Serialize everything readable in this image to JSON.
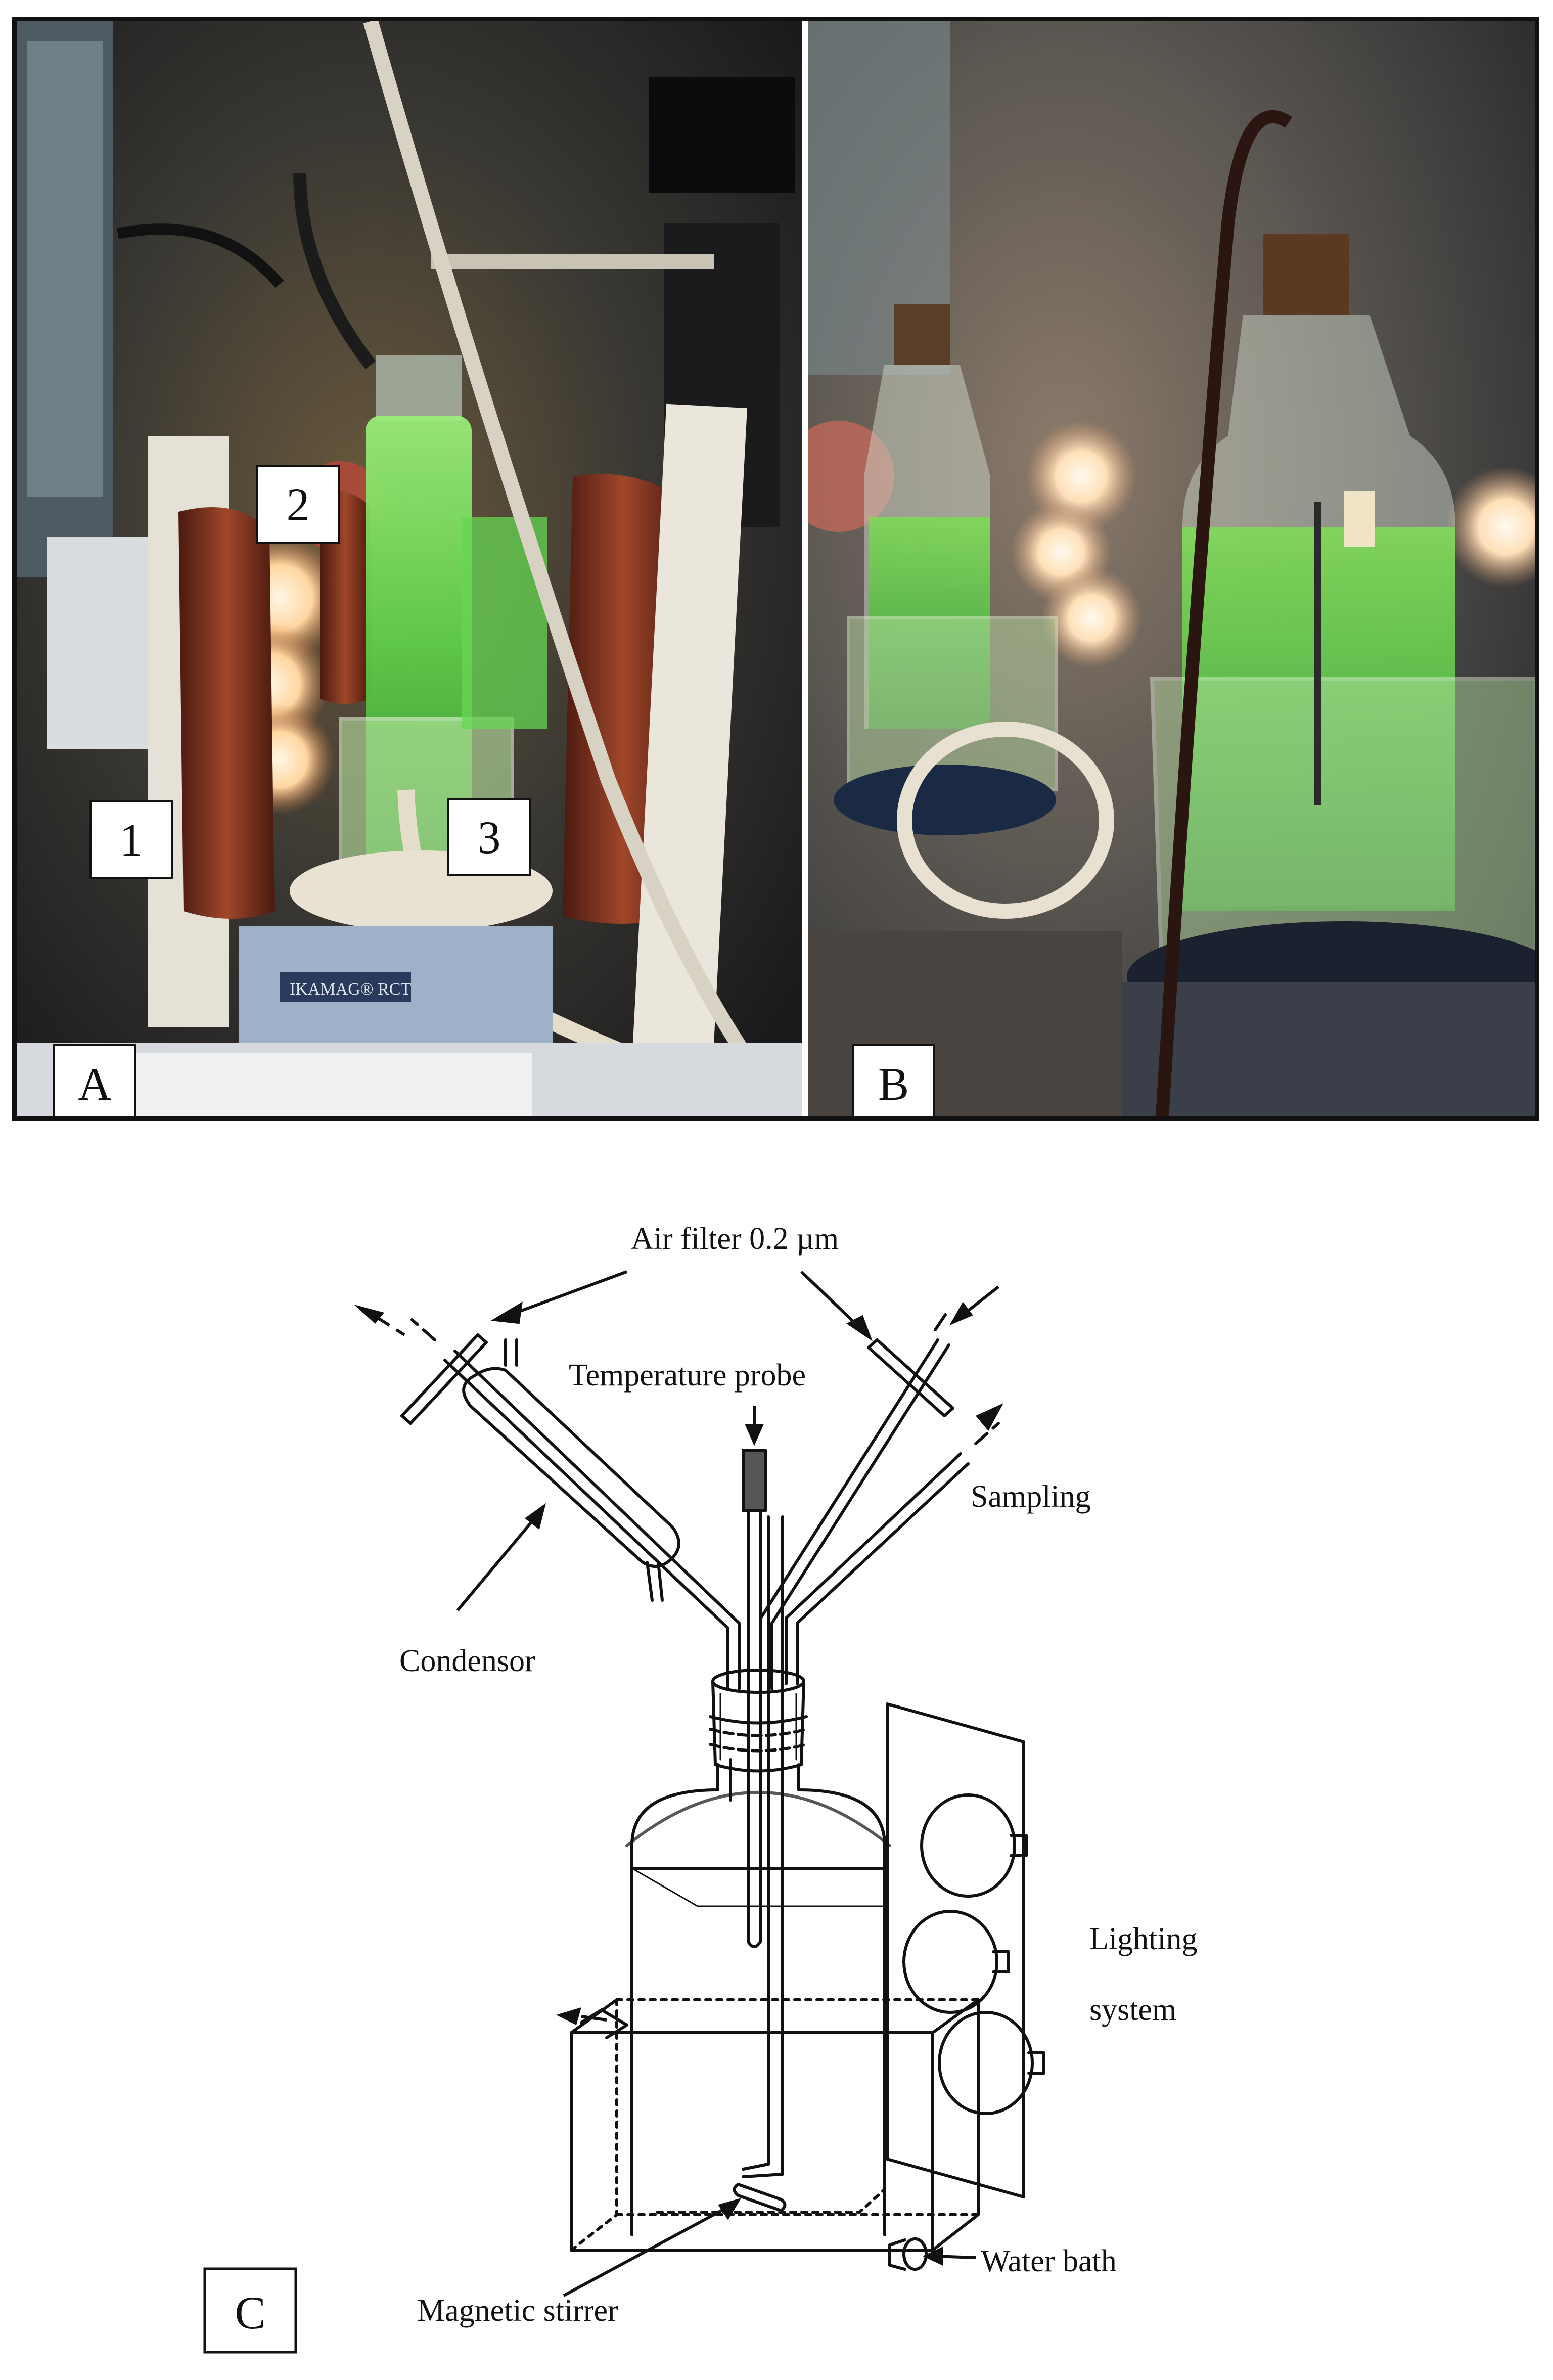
{
  "panels": {
    "A": {
      "label": "A",
      "callouts": [
        {
          "id": "1",
          "text": "1"
        },
        {
          "id": "2",
          "text": "2"
        },
        {
          "id": "3",
          "text": "3"
        }
      ],
      "device_label": "IKAMAG® RCT"
    },
    "B": {
      "label": "B"
    },
    "C": {
      "label": "C",
      "labels": {
        "air_filter": "Air filter 0.2 µm",
        "temperature_probe": "Temperature probe",
        "sampling": "Sampling",
        "condensor": "Condensor",
        "lighting_line1": "Lighting",
        "lighting_line2": "system",
        "water_bath": "Water bath",
        "magnetic_stirrer": "Magnetic stirrer"
      }
    }
  },
  "colors": {
    "frame": "#111111",
    "culture_green": "#5fd14a",
    "copper_coil": "#8a3a1e",
    "lamp_glow": "#ffd9a8",
    "background": "#ffffff"
  }
}
